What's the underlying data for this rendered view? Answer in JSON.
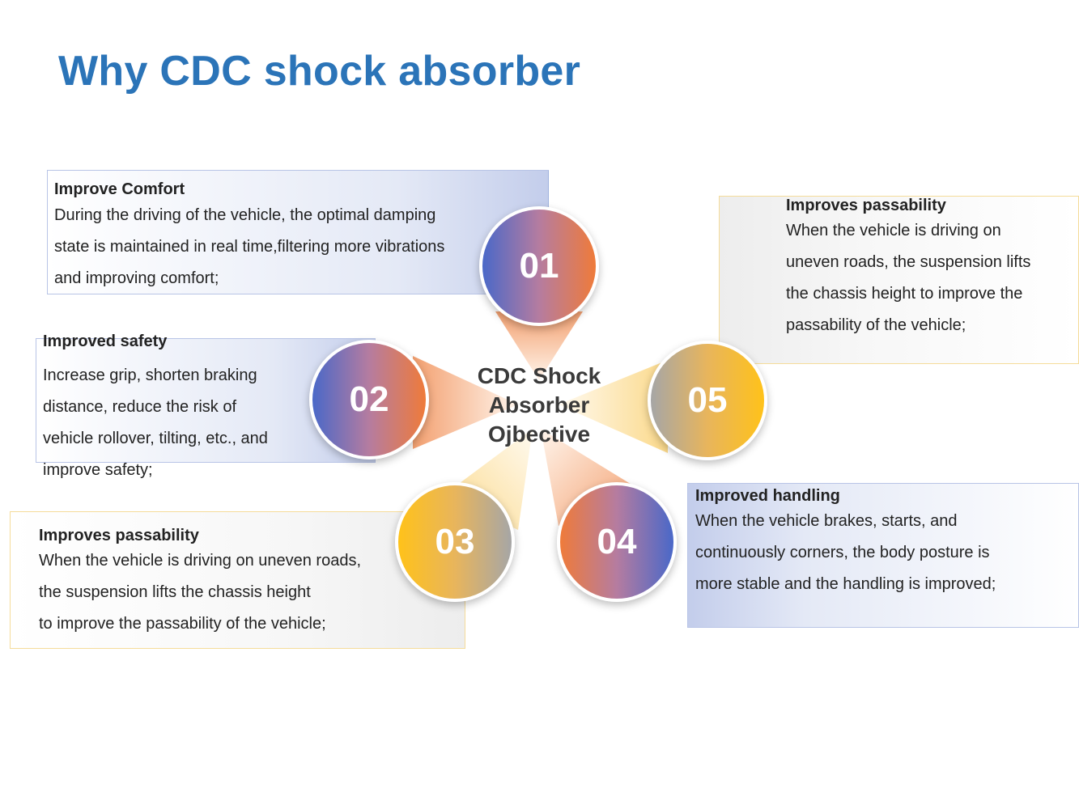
{
  "title": "Why CDC shock absorber",
  "center": [
    "CDC Shock",
    "Absorber",
    "Ojbective"
  ],
  "items": [
    {
      "number": "01",
      "title": "Improve Comfort",
      "description": "During the driving of the vehicle, the optimal damping\nstate is maintained in real time,filtering more vibrations\nand improving comfort;"
    },
    {
      "number": "02",
      "title": "Improved safety",
      "description": "Increase grip, shorten braking\ndistance, reduce the risk of\nvehicle rollover, tilting, etc., and\nimprove safety;"
    },
    {
      "number": "03",
      "title": "Improves passability",
      "description": "When the vehicle is driving on uneven roads,\n the suspension lifts the chassis height\n to improve the passability of the vehicle;"
    },
    {
      "number": "04",
      "title": "Improved handling",
      "description": "When the vehicle brakes, starts, and\ncontinuously corners, the body posture is\nmore stable and the handling is improved;"
    },
    {
      "number": "05",
      "title": "Improves passability",
      "description": "When the vehicle is driving on\nuneven roads, the suspension lifts\nthe chassis height to improve the\npassability of the vehicle;"
    }
  ],
  "colors": {
    "title": "#2b74b8",
    "blue": "#4a68c8",
    "orange": "#ef7b3a",
    "gold": "#ffc21a",
    "gray": "#a6a6a6"
  }
}
